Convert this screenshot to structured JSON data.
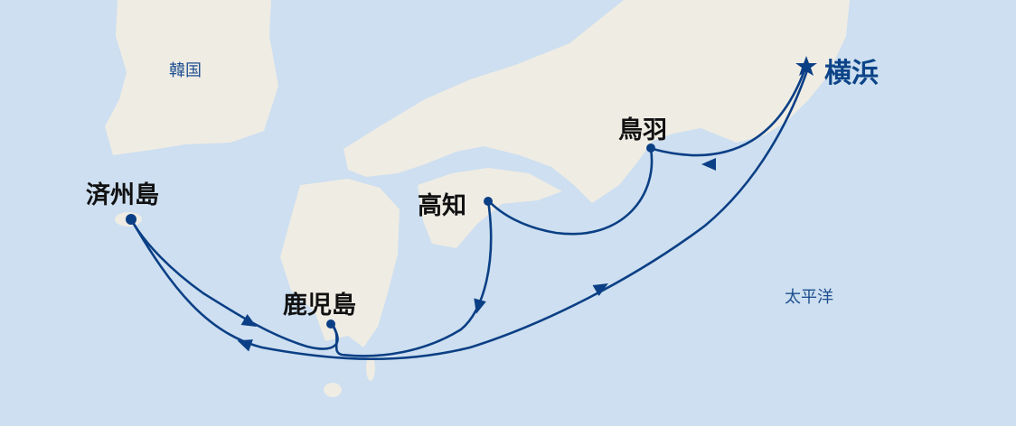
{
  "colors": {
    "sea": "#cddff0",
    "land": "#efece4",
    "route": "#0b3f85",
    "label": "#111111",
    "region": "#1d4f8f"
  },
  "regions": {
    "korea": "韓国",
    "pacific": "太平洋"
  },
  "ports": {
    "yokohama": {
      "name": "横浜",
      "icon": "star-icon",
      "home": true
    },
    "toba": {
      "name": "鳥羽"
    },
    "kochi": {
      "name": "高知"
    },
    "kagoshima": {
      "name": "鹿児島"
    },
    "jeju": {
      "name": "済州島"
    }
  },
  "route_order": [
    "横浜",
    "鳥羽",
    "高知",
    "鹿児島",
    "済州島",
    "横浜"
  ]
}
